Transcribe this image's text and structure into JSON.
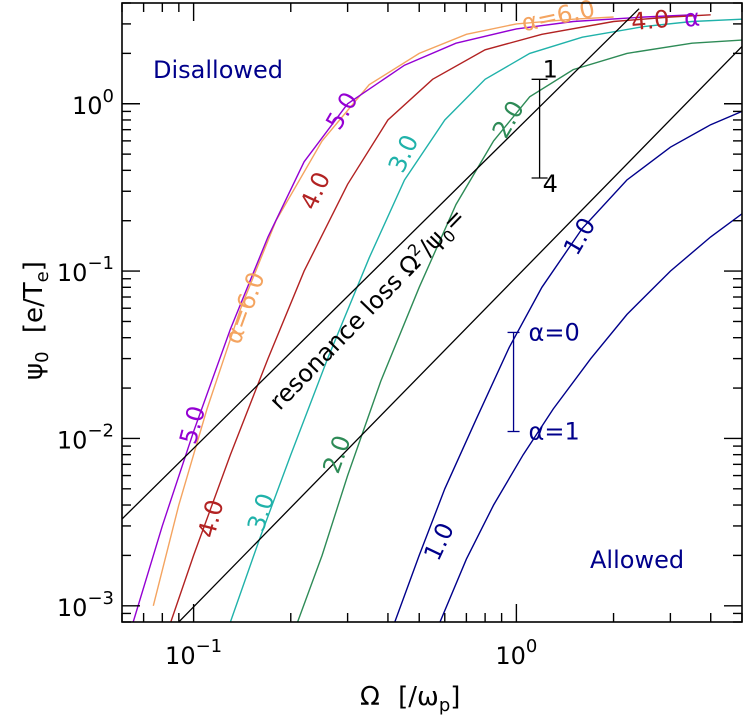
{
  "chart_data": {
    "type": "line",
    "x_scale": "log",
    "y_scale": "log",
    "xlim": [
      0.06,
      5.0
    ],
    "ylim": [
      0.0008,
      4.0
    ],
    "xlabel_main": "Ω",
    "xlabel_unit": "[/ω",
    "xlabel_sub": "p",
    "xlabel_close": "]",
    "ylabel_main": "ψ",
    "ylabel_sub0": "0",
    "ylabel_unit": "[e/T",
    "ylabel_sube": "e",
    "ylabel_close": "]",
    "x_ticks": [
      {
        "value": 0.1,
        "base": "10",
        "exp": "−1"
      },
      {
        "value": 1.0,
        "base": "10",
        "exp": "0"
      }
    ],
    "y_ticks": [
      {
        "value": 0.001,
        "base": "10",
        "exp": "−3"
      },
      {
        "value": 0.01,
        "base": "10",
        "exp": "−2"
      },
      {
        "value": 0.1,
        "base": "10",
        "exp": "−1"
      },
      {
        "value": 1.0,
        "base": "10",
        "exp": "0"
      }
    ],
    "colors": {
      "a6": "#f4a460",
      "a5": "#9400d3",
      "a4": "#b22222",
      "a3": "#20b2aa",
      "a2": "#2e8b57",
      "a1": "#00008b",
      "a0": "#00008b",
      "black": "#000000"
    },
    "region_labels": {
      "disallowed": "Disallowed",
      "allowed": "Allowed"
    },
    "series": [
      {
        "key": "a6",
        "upper": {
          "x": [
            0.075,
            0.09,
            0.11,
            0.14,
            0.18,
            0.25,
            0.35,
            0.5,
            0.7,
            1.0,
            1.5,
            2.0
          ],
          "y": [
            0.001,
            0.004,
            0.015,
            0.06,
            0.2,
            0.6,
            1.3,
            2.0,
            2.6,
            3.0,
            3.2,
            3.3
          ]
        }
      },
      {
        "key": "a5",
        "upper": {
          "x": [
            0.065,
            0.08,
            0.1,
            0.13,
            0.17,
            0.22,
            0.3,
            0.45,
            0.65,
            1.0,
            1.5,
            2.5,
            3.5
          ],
          "y": [
            0.0008,
            0.003,
            0.011,
            0.045,
            0.16,
            0.45,
            1.0,
            1.7,
            2.3,
            2.8,
            3.1,
            3.3,
            3.4
          ]
        }
      },
      {
        "key": "a4",
        "upper": {
          "x": [
            0.085,
            0.1,
            0.13,
            0.17,
            0.22,
            0.3,
            0.4,
            0.55,
            0.8,
            1.2,
            2.0,
            3.0,
            4.0
          ],
          "y": [
            0.0008,
            0.002,
            0.008,
            0.03,
            0.1,
            0.33,
            0.8,
            1.4,
            2.1,
            2.6,
            3.1,
            3.3,
            3.4
          ]
        }
      },
      {
        "key": "a3",
        "upper": {
          "x": [
            0.13,
            0.16,
            0.2,
            0.26,
            0.35,
            0.45,
            0.6,
            0.8,
            1.1,
            1.6,
            2.5,
            3.5,
            5.0
          ],
          "y": [
            0.0008,
            0.0025,
            0.008,
            0.03,
            0.12,
            0.35,
            0.8,
            1.4,
            2.0,
            2.5,
            2.9,
            3.1,
            3.2
          ]
        }
      },
      {
        "key": "a2",
        "upper": {
          "x": [
            0.21,
            0.25,
            0.3,
            0.38,
            0.5,
            0.65,
            0.85,
            1.1,
            1.5,
            2.2,
            3.5,
            5.0
          ],
          "y": [
            0.0008,
            0.002,
            0.006,
            0.022,
            0.08,
            0.25,
            0.6,
            1.1,
            1.6,
            2.0,
            2.3,
            2.4
          ]
        }
      },
      {
        "key": "a1",
        "upper": {
          "x": [
            0.42,
            0.5,
            0.6,
            0.75,
            0.95,
            1.2,
            1.6,
            2.2,
            3.0,
            4.0,
            5.0
          ],
          "y": [
            0.0008,
            0.002,
            0.005,
            0.013,
            0.035,
            0.08,
            0.18,
            0.35,
            0.55,
            0.75,
            0.9
          ]
        }
      },
      {
        "key": "a0",
        "upper": {
          "x": [
            0.58,
            0.7,
            0.85,
            1.05,
            1.3,
            1.7,
            2.2,
            3.0,
            4.0,
            5.0
          ],
          "y": [
            0.0008,
            0.0019,
            0.004,
            0.008,
            0.015,
            0.03,
            0.055,
            0.1,
            0.16,
            0.22
          ]
        }
      }
    ],
    "curve_labels": [
      {
        "key": "a6",
        "text": "α=6.0",
        "x": 1.35,
        "y": 3.3,
        "angle": -12
      },
      {
        "key": "a6",
        "text": "α=6.0",
        "x": 0.145,
        "y": 0.06,
        "angle": -70
      },
      {
        "key": "a5",
        "text": "5.0",
        "x": 0.29,
        "y": 0.9,
        "angle": -60
      },
      {
        "key": "a5",
        "text": "5.0",
        "x": 0.1,
        "y": 0.012,
        "angle": -75
      },
      {
        "key": "a4",
        "text": "4.0",
        "x": 2.6,
        "y": 3.1,
        "angle": -5
      },
      {
        "key": "a4",
        "text": "4.0",
        "x": 0.24,
        "y": 0.3,
        "angle": -65
      },
      {
        "key": "a4",
        "text": "4.0",
        "x": 0.114,
        "y": 0.0033,
        "angle": -75
      },
      {
        "key": "a5",
        "text": "α",
        "x": 3.5,
        "y": 3.2,
        "angle": -5
      },
      {
        "key": "a3",
        "text": "3.0",
        "x": 0.45,
        "y": 0.5,
        "angle": -65
      },
      {
        "key": "a3",
        "text": "3.0",
        "x": 0.163,
        "y": 0.0036,
        "angle": -72
      },
      {
        "key": "a2",
        "text": "2.0",
        "x": 0.95,
        "y": 0.8,
        "angle": -60
      },
      {
        "key": "a2",
        "text": "2.0",
        "x": 0.28,
        "y": 0.008,
        "angle": -70
      },
      {
        "key": "a1",
        "text": "1.0",
        "x": 1.58,
        "y": 0.16,
        "angle": -60
      },
      {
        "key": "a1",
        "text": "1.0",
        "x": 0.58,
        "y": 0.0024,
        "angle": -65
      }
    ],
    "resonance_lines": [
      {
        "x": [
          0.06,
          2.4
        ],
        "y": [
          0.0033,
          3.7
        ]
      },
      {
        "x": [
          0.06,
          5.0
        ],
        "y": [
          0.00036,
          2.2
        ]
      }
    ],
    "resonance_label": {
      "text": "resonance loss Ω",
      "sup": "2",
      "rest": "/ψ",
      "sub": "0",
      "end": "="
    },
    "ratio_bar": {
      "x": 1.18,
      "y_top": 1.4,
      "y_bot": 0.36,
      "top_label": "1",
      "bot_label": "4"
    },
    "alpha_bar": {
      "x": 0.98,
      "y_top": 0.043,
      "y_bot": 0.011,
      "top_label": "α=0",
      "bot_label": "α=1"
    }
  }
}
